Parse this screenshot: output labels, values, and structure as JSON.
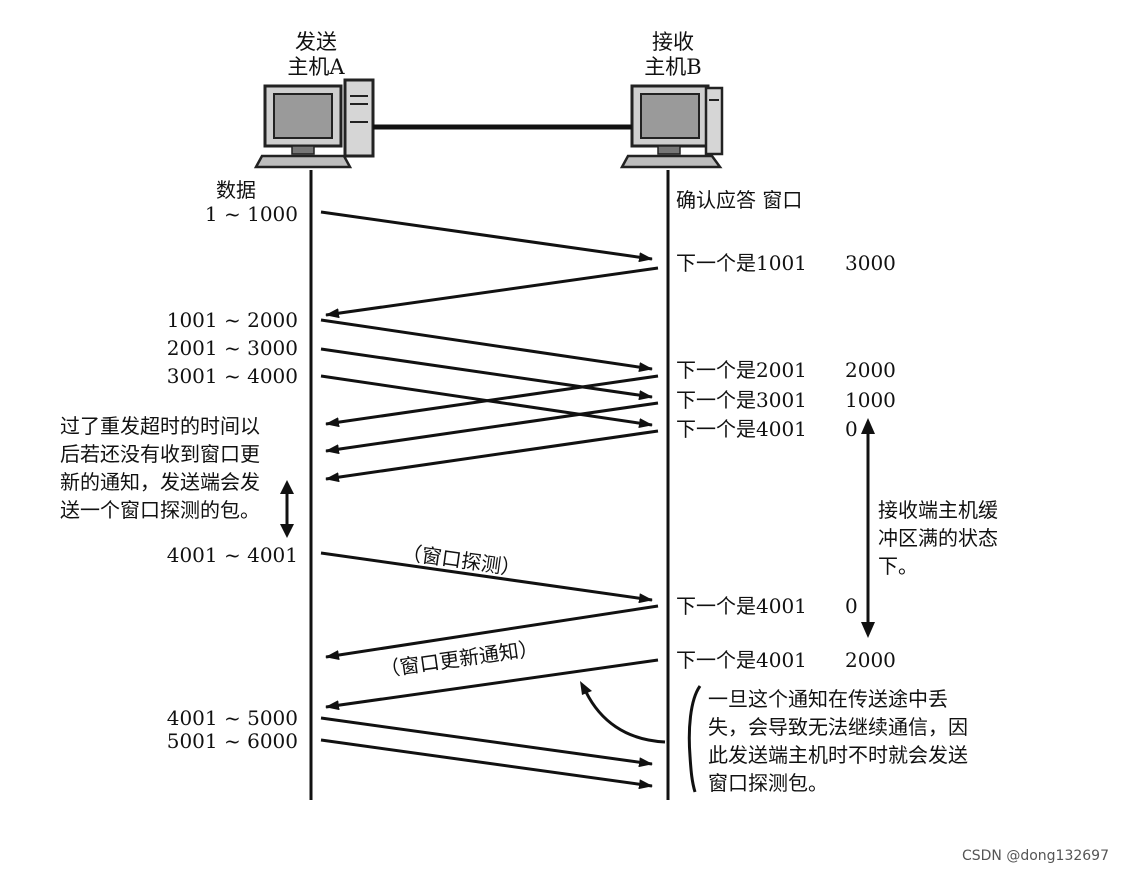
{
  "hosts": {
    "sender": {
      "line1": "发送",
      "line2": "主机A"
    },
    "receiver": {
      "line1": "接收",
      "line2": "主机B"
    }
  },
  "sender_column_header": "数据",
  "receiver_column_header": "确认应答 窗口",
  "data_segments": [
    {
      "label": "1 ~ 1000"
    },
    {
      "label": "1001 ~ 2000"
    },
    {
      "label": "2001 ~ 3000"
    },
    {
      "label": "3001 ~ 4000"
    },
    {
      "label": "4001 ~ 4001"
    },
    {
      "label": "4001 ~ 5000"
    },
    {
      "label": "5001 ~ 6000"
    }
  ],
  "acks": [
    {
      "ack": "下一个是1001",
      "window": "3000"
    },
    {
      "ack": "下一个是2001",
      "window": "2000"
    },
    {
      "ack": "下一个是3001",
      "window": "1000"
    },
    {
      "ack": "下一个是4001",
      "window": "0"
    },
    {
      "ack": "下一个是4001",
      "window": "0"
    },
    {
      "ack": "下一个是4001",
      "window": "2000"
    }
  ],
  "arrow_labels": {
    "probe": "（窗口探测）",
    "update": "（窗口更新通知）"
  },
  "notes": {
    "timeout": "过了重发超时的时间以后若还没有收到窗口更新的通知，发送端会发送一个窗口探测的包。",
    "buffer_full": "接收端主机缓冲区满的状态下。",
    "lost_notice": "一旦这个通知在传送途中丢失，会导致无法继续通信，因此发送端主机时不时就会发送窗口探测包。"
  },
  "watermark": "CSDN @dong132697"
}
